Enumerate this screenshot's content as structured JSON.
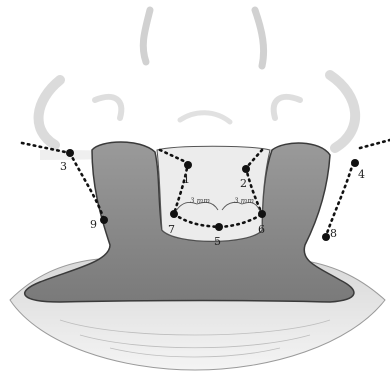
{
  "figure": {
    "points": [
      {
        "id": "p1",
        "label": "1"
      },
      {
        "id": "p2",
        "label": "2"
      },
      {
        "id": "p3",
        "label": "3"
      },
      {
        "id": "p4",
        "label": "4"
      },
      {
        "id": "p5",
        "label": "5"
      },
      {
        "id": "p6",
        "label": "6"
      },
      {
        "id": "p7",
        "label": "7"
      },
      {
        "id": "p8",
        "label": "8"
      },
      {
        "id": "p9",
        "label": "9"
      }
    ],
    "measurements": {
      "left": "3 mm",
      "right": "3 mm"
    },
    "colors": {
      "skin_shadow": "#cfcfcf",
      "lip_fill": "#8c8c8c",
      "lip_dark": "#6e6e6e",
      "outline": "#333333",
      "marker": "#111111"
    }
  }
}
